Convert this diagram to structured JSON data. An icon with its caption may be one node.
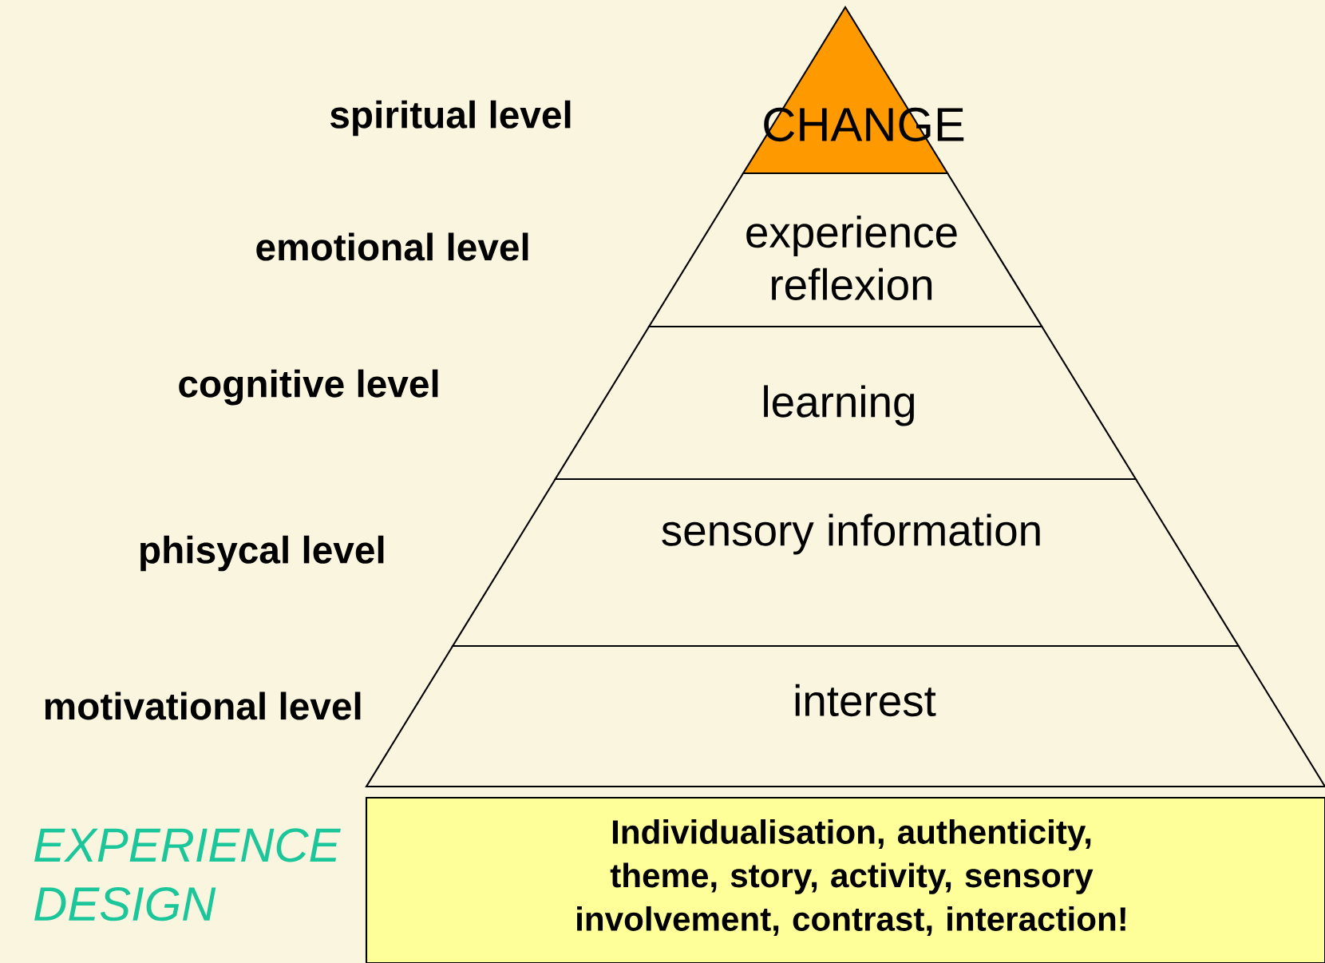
{
  "diagram": {
    "nodes": [
      {
        "text": [
          "CHANGE"
        ]
      },
      {
        "text": [
          "experience reflexion"
        ]
      },
      {
        "text": [
          "learning"
        ]
      },
      {
        "text": [
          "sensory information"
        ]
      },
      {
        "text": [
          "interest"
        ]
      },
      {
        "text": [
          "Individualisation, authenticity, theme, story, activity, sensory involvement, contrast, interaction!"
        ]
      }
    ],
    "labels": [
      "spiritual level",
      "emotional level",
      "cognitive level",
      "phisycal level",
      "motivational level",
      "EXPERIENCE DESIGN"
    ]
  }
}
